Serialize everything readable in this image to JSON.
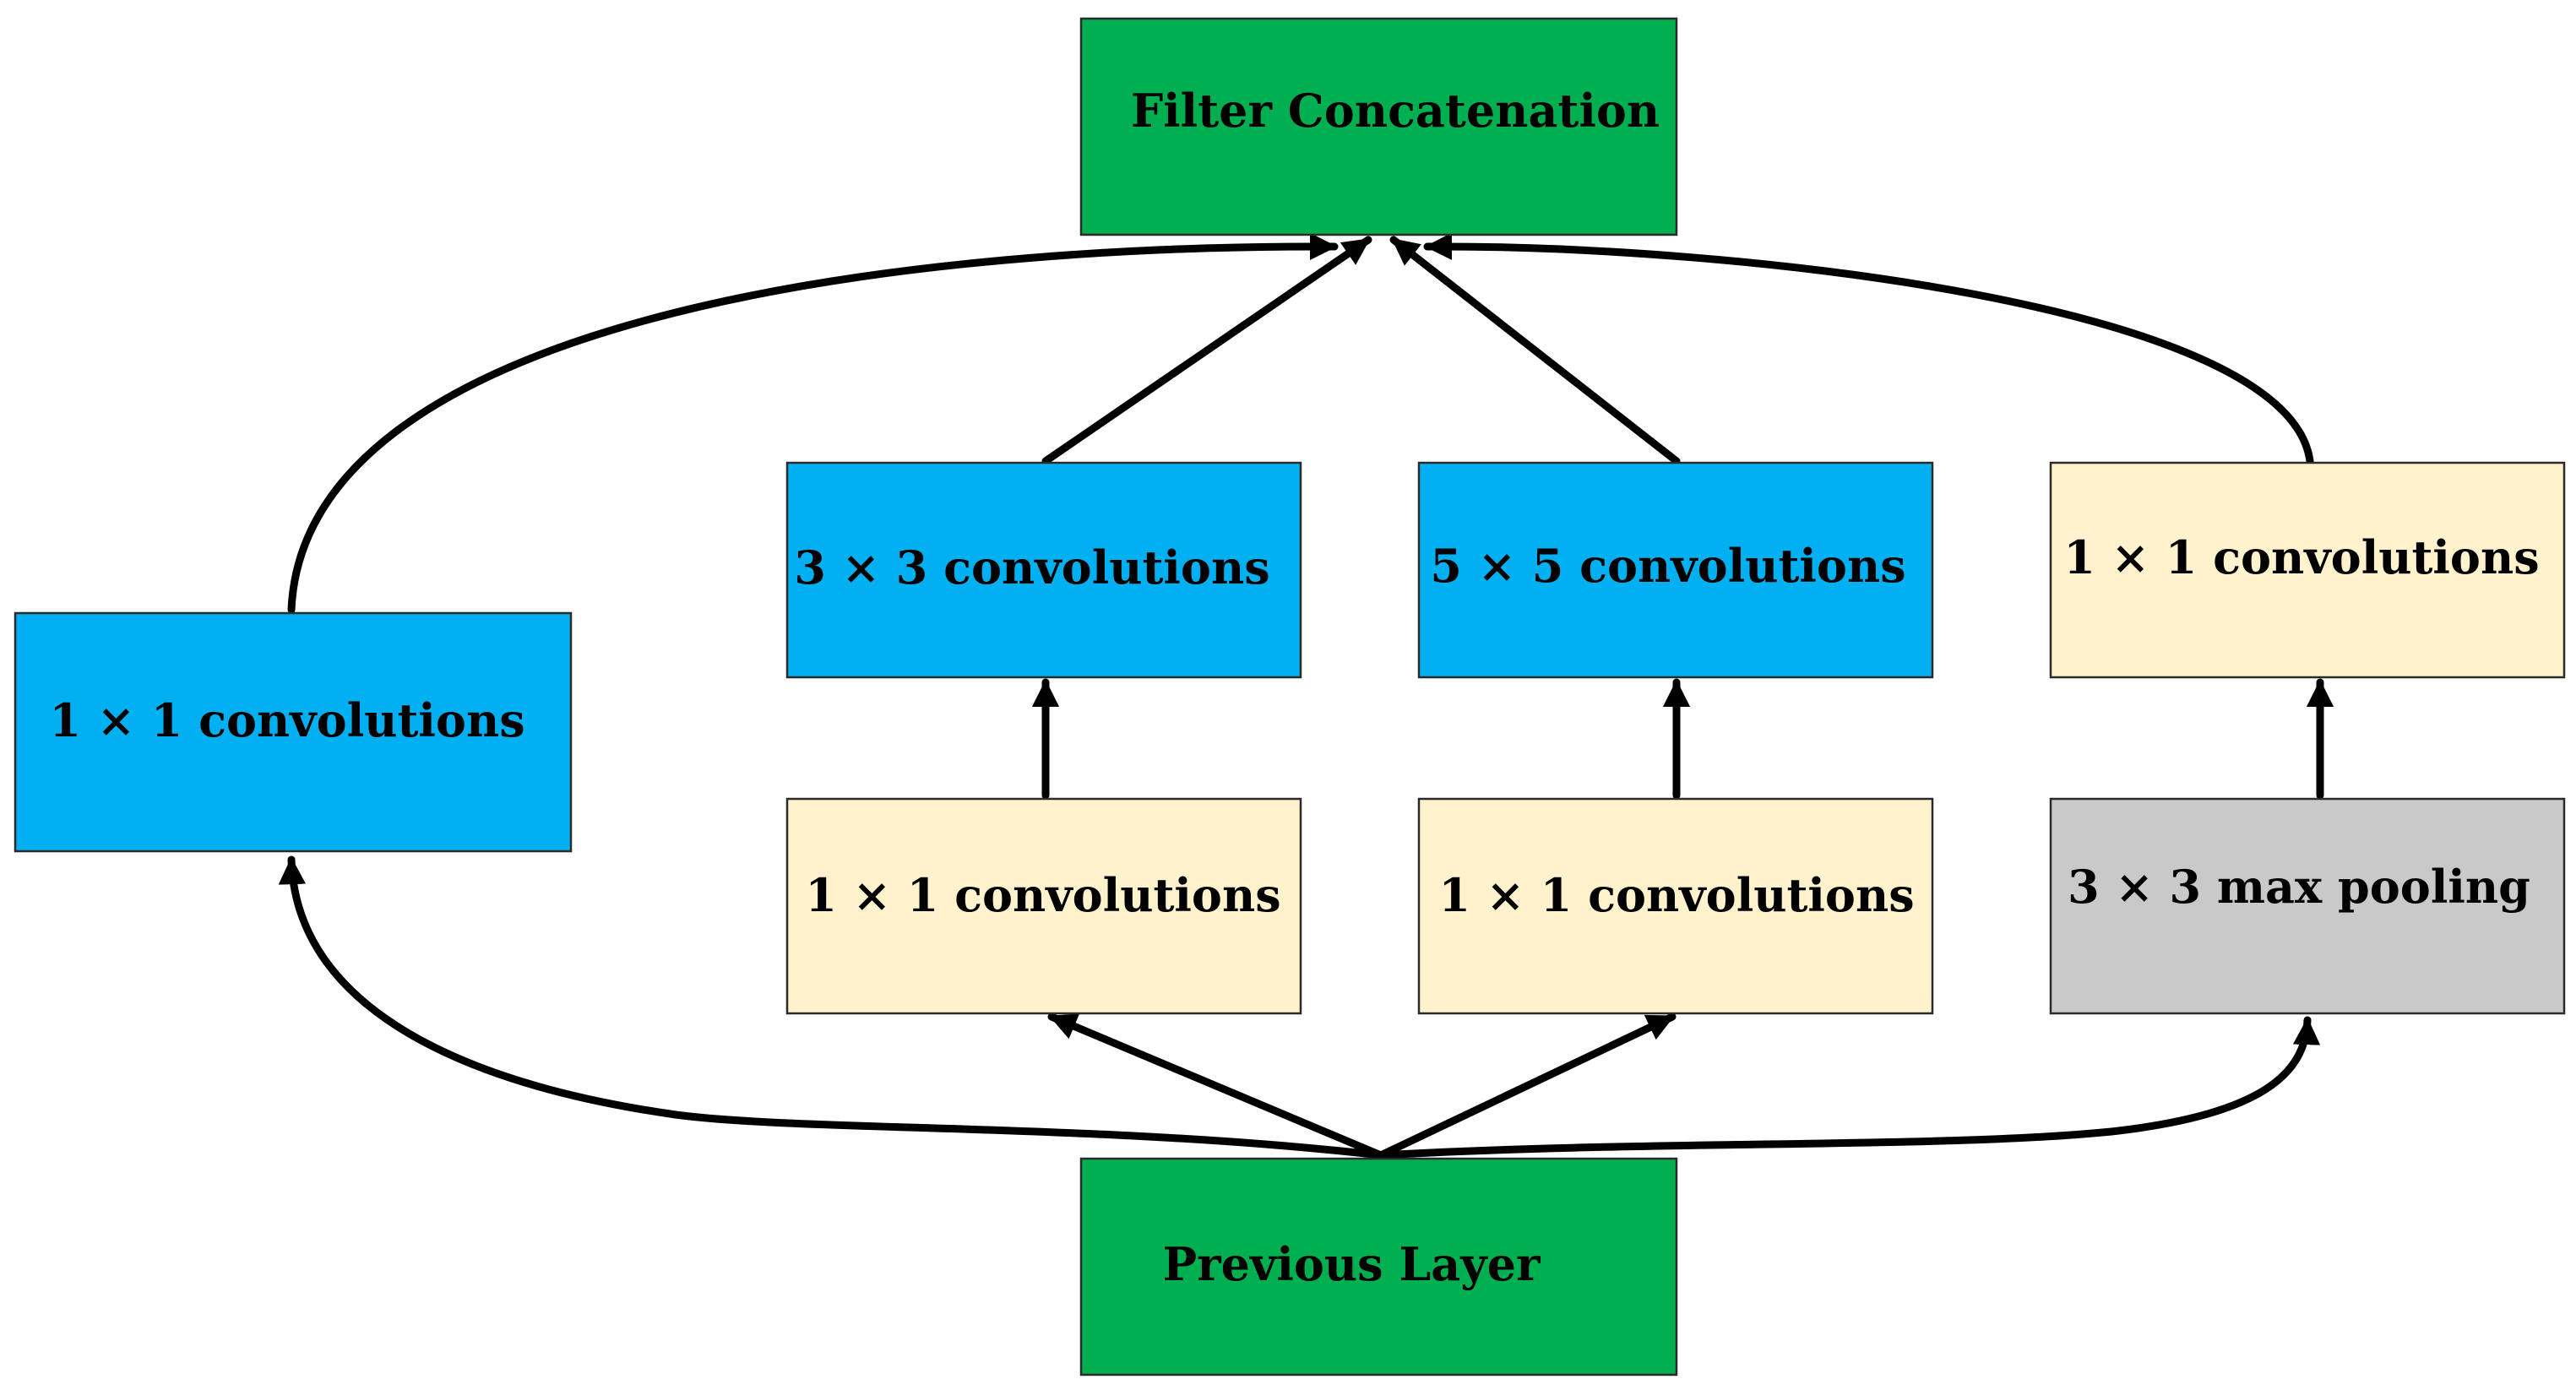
{
  "colors": {
    "green": "#00b050",
    "blue": "#00b0f0",
    "cream": "#fff2cc",
    "gray": "#c9c9c9",
    "stroke": "#000000"
  },
  "nodes": {
    "filter_concat": {
      "label": "Filter Concatenation",
      "fill": "green"
    },
    "previous_layer": {
      "label": "Previous Layer",
      "fill": "green"
    },
    "conv1x1_left": {
      "label": "1 × 1 convolutions",
      "fill": "blue"
    },
    "conv3x3": {
      "label": "3 × 3 convolutions",
      "fill": "blue"
    },
    "conv5x5": {
      "label": "5 × 5 convolutions",
      "fill": "blue"
    },
    "conv1x1_right_top": {
      "label": "1 × 1 convolutions",
      "fill": "cream"
    },
    "conv1x1_reduce_3x3": {
      "label": "1 × 1 convolutions",
      "fill": "cream"
    },
    "conv1x1_reduce_5x5": {
      "label": "1 × 1 convolutions",
      "fill": "cream"
    },
    "maxpool3x3": {
      "label": "3 × 3 max pooling",
      "fill": "gray"
    }
  }
}
